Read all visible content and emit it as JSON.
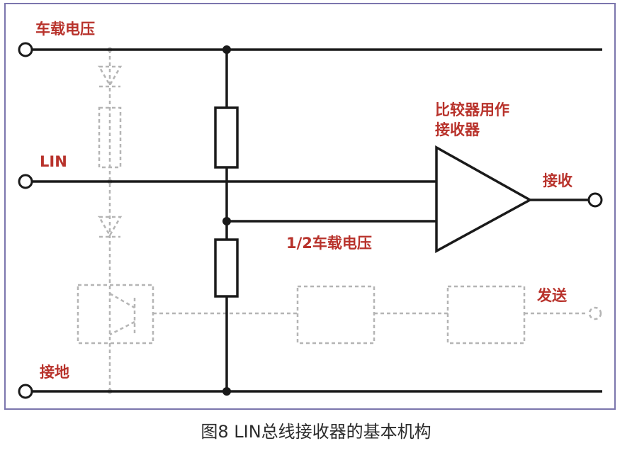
{
  "labels": {
    "vbat": "车载电压",
    "lin": "LIN",
    "ground": "接地",
    "comparator_line1": "比较器用作",
    "comparator_line2": "接收器",
    "receive": "接收",
    "half_vbat": "1/2车载电压",
    "transmit": "发送"
  },
  "caption": "图8 LIN总线接收器的基本机构",
  "colors": {
    "frame": "#7b76ad",
    "wire": "#1a1a1a",
    "label": "#b8322b",
    "ghost": "#b5b5b5"
  }
}
